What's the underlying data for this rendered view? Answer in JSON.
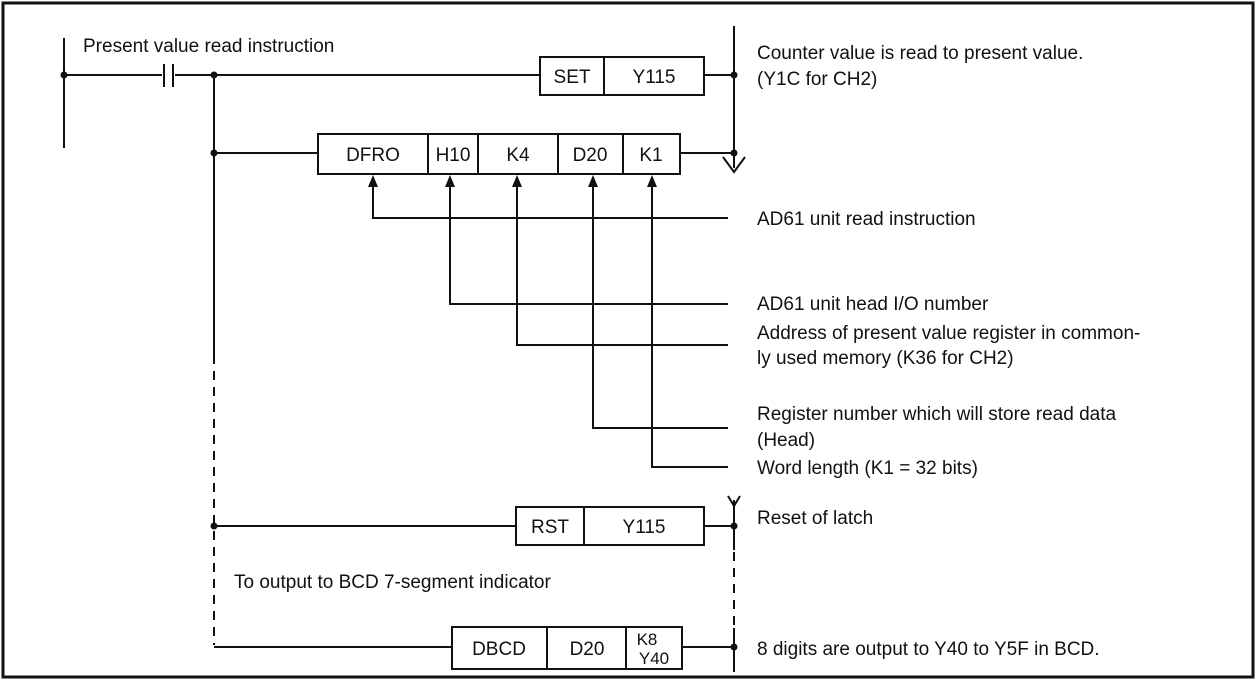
{
  "labels": {
    "present_value_read": "Present value read instruction",
    "counter_read": "Counter value is read to present value.",
    "y1c_ch2": "(Y1C for CH2)",
    "ad61_read": "AD61 unit read instruction",
    "ad61_head": "AD61 unit head I/O number",
    "addr_line1": "Address of present value register in common-",
    "addr_line2": "ly used memory (K36 for CH2)",
    "reg_line1": "Register number which will store read data",
    "reg_line2": "(Head)",
    "word_length": "Word length (K1 = 32 bits)",
    "reset_latch": "Reset of latch",
    "to_output": "To output to BCD 7-segment indicator",
    "digits_output": "8 digits are output to Y40 to Y5F in BCD."
  },
  "instructions": {
    "set": {
      "op": "SET",
      "dev": "Y115"
    },
    "dfro": {
      "op": "DFRO",
      "arg1": "H10",
      "arg2": "K4",
      "arg3": "D20",
      "arg4": "K1"
    },
    "rst": {
      "op": "RST",
      "dev": "Y115"
    },
    "dbcd": {
      "op": "DBCD",
      "arg1": "D20",
      "arg2a": "K8",
      "arg2b": "Y40"
    }
  }
}
